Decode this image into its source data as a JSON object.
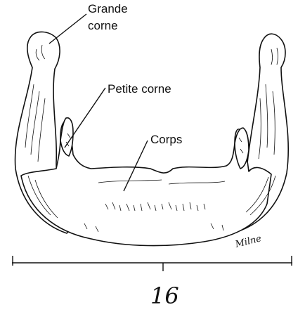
{
  "labels": {
    "greater_horn_line1": "Grande",
    "greater_horn_line2": "corne",
    "lesser_horn": "Petite corne",
    "body": "Corps"
  },
  "signature": "Milne",
  "figure_number": "16",
  "colors": {
    "ink": "#111111",
    "background": "#ffffff"
  }
}
